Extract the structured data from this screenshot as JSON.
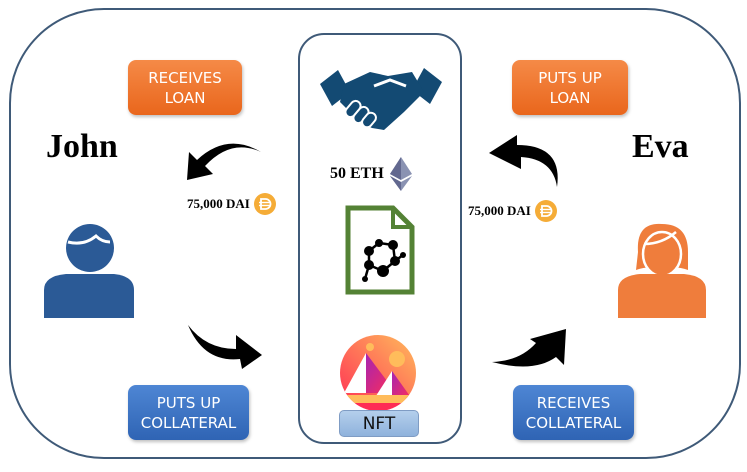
{
  "parties": {
    "borrower": {
      "name": "John",
      "color": "#2b5a96"
    },
    "lender": {
      "name": "Eva",
      "color": "#ef7d3c"
    }
  },
  "tags": {
    "receives_loan": "RECEIVES\nLOAN",
    "puts_up_loan": "PUTS UP\nLOAN",
    "puts_up_collateral": "PUTS UP\nCOLLATERAL",
    "receives_collateral": "RECEIVES\nCOLLATERAL"
  },
  "amounts": {
    "loan_to_john": "75,000 DAI",
    "loan_from_eva": "75,000 DAI",
    "eth_amount": "50 ETH"
  },
  "center": {
    "icons": [
      "handshake-icon",
      "ethereum-icon",
      "smart-contract-icon",
      "decentraland-icon"
    ],
    "nft_label": "NFT"
  },
  "colors": {
    "orange_tag": "#ef7d3c",
    "blue_tag": "#3a6fc0",
    "border": "#3f5a78",
    "handshake": "#134a73",
    "contract_green": "#548235",
    "dai": "#f5ac37"
  }
}
